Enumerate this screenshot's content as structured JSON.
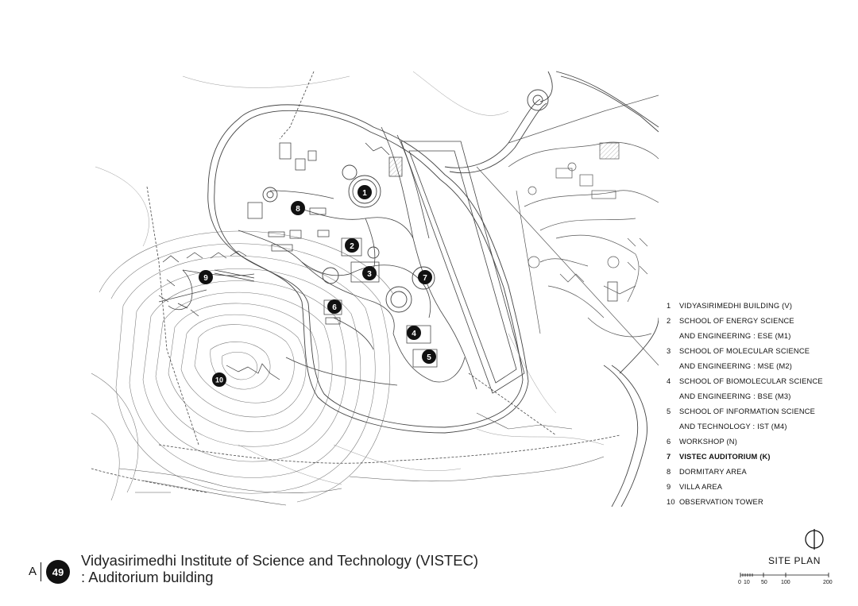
{
  "legend": [
    {
      "num": "1",
      "text": "VIDYASIRIMEDHI BUILDING (V)"
    },
    {
      "num": "2",
      "text": "SCHOOL OF ENERGY SCIENCE",
      "cont": "AND ENGINEERING : ESE (M1)"
    },
    {
      "num": "3",
      "text": "SCHOOL OF MOLECULAR SCIENCE",
      "cont": "AND ENGINEERING : MSE (M2)"
    },
    {
      "num": "4",
      "text": "SCHOOL OF BIOMOLECULAR SCIENCE",
      "cont": "AND ENGINEERING : BSE (M3)"
    },
    {
      "num": "5",
      "text": "SCHOOL OF INFORMATION SCIENCE",
      "cont": "AND TECHNOLOGY : IST (M4)"
    },
    {
      "num": "6",
      "text": "WORKSHOP (N)"
    },
    {
      "num": "7",
      "text": "VISTEC AUDITORIUM (K)",
      "bold": true
    },
    {
      "num": "8",
      "text": "DORMITARY AREA"
    },
    {
      "num": "9",
      "text": "VILLA AREA"
    },
    {
      "num": "10",
      "text": "OBSERVATION TOWER"
    }
  ],
  "page": {
    "letter": "A",
    "number": "49"
  },
  "title": {
    "line1": "Vidyasirimedhi Institute of Science and Technology (VISTEC)",
    "line2": ": Auditorium building"
  },
  "site_plan_label": "SITE PLAN",
  "scale_labels": [
    "0",
    "10",
    "50",
    "100",
    "200"
  ],
  "markers": [
    "1",
    "2",
    "3",
    "4",
    "5",
    "6",
    "7",
    "8",
    "9",
    "10"
  ],
  "colors": {
    "ink": "#111111",
    "paper": "#ffffff",
    "line": "#555555"
  }
}
